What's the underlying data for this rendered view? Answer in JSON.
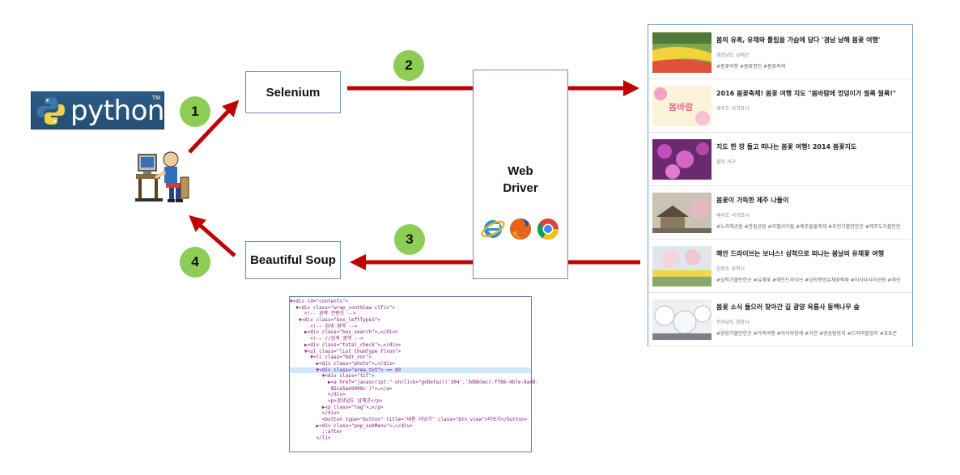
{
  "python_logo": {
    "word": "python",
    "tm": "TM"
  },
  "boxes": {
    "selenium": "Selenium",
    "beautiful_soup": "Beautiful Soup",
    "web_driver_line1": "Web",
    "web_driver_line2": "Driver"
  },
  "steps": [
    "1",
    "2",
    "3",
    "4"
  ],
  "arrow_color": "#c00000",
  "step_color": "#8dcc55",
  "browser_icons": [
    "internet-explorer-icon",
    "firefox-icon",
    "chrome-icon"
  ],
  "code_lines": [
    "▼<div id=\"contents\">",
    "  ▼<div class=\"wrap_contView clfix\">",
    "     <!-- 왼쪽 컨텐츠 -->",
    "   ▼<div class=\"box_leftType1\">",
    "       <!-- 검색 영역 -->",
    "     ▶<div class=\"box_search\">…</div>",
    "       <!-- //검색 영역 -->",
    "     ▶<div class=\"total_check\">…</div>",
    "     ▼<ul class=\"list_thumType flnon\">",
    "       ▼<li class=\"bdr_nor\">",
    "         ▶<div class=\"photo\">…</div>",
    "         ▼<div class=\"area_txt\"> == $0",
    "           ▼<div class=\"tit\">",
    "             ▶<a href=\"javascript:\" onclick=\"goDetail('304','5d863ecc-ff86-4b7e-8ad8-",
    "              85ce5ae9008c')\">…</a>",
    "             </div>",
    "             <p>경상남도 남해군</p>",
    "           ▶<p class=\"tag\">…</p>",
    "           </div>",
    "           <button type=\"button\" title=\"내용 더보기\" class=\"btn_view\">더보기</button>",
    "         ▶<div class=\"pop_subMenu\">…</div>",
    "           ::after",
    "         </li>"
  ],
  "list_items": [
    {
      "title": "봄의 유혹, 유채와 튤립을 가슴에 담다 '경남 남해 봄꽃 여행'",
      "location": "경상남도 남해군",
      "tags": "#봄꽃여행 #봄꽃명전 #봄꽃축제"
    },
    {
      "title": "2016 봄꽃축제! 봄꽃 여행 지도 \"봄바람에 엉덩이가 씰룩 씰룩!\"",
      "location": "제주도 서귀포시",
      "tags": ""
    },
    {
      "title": "지도 한 장 들고 떠나는 봄꽃 여행! 2014 봄꽃지도",
      "location": "광주 서구",
      "tags": ""
    },
    {
      "title": "봄꽃이 가득한 제주 나들이",
      "location": "제주도 서귀포시",
      "tags": "#노리매공원 #한림공원 #카멜리아힐 #제주들불축제 #추천가볼만한곳 #제주도가볼만한"
    },
    {
      "title": "해안 드라이브는 보너스! 삼척으로 떠나는 봄날의 유채꽃 여행",
      "location": "강원도 삼척시",
      "tags": "#삼척가볼만한곳 #유채꽃 #해안드라이브 #삼척맹방유채꽃축제 #이사부사자공원 #해신"
    },
    {
      "title": "봄꽃 소식 들으러 찾아간 길 광양 옥룡사 동백나무 숲",
      "location": "전라남도 광양시",
      "tags": "#광양가볼만한곳 #가족여행 #아이와함께 #자연 #명승탐방지 #드라마촬영지 #포토존"
    }
  ]
}
